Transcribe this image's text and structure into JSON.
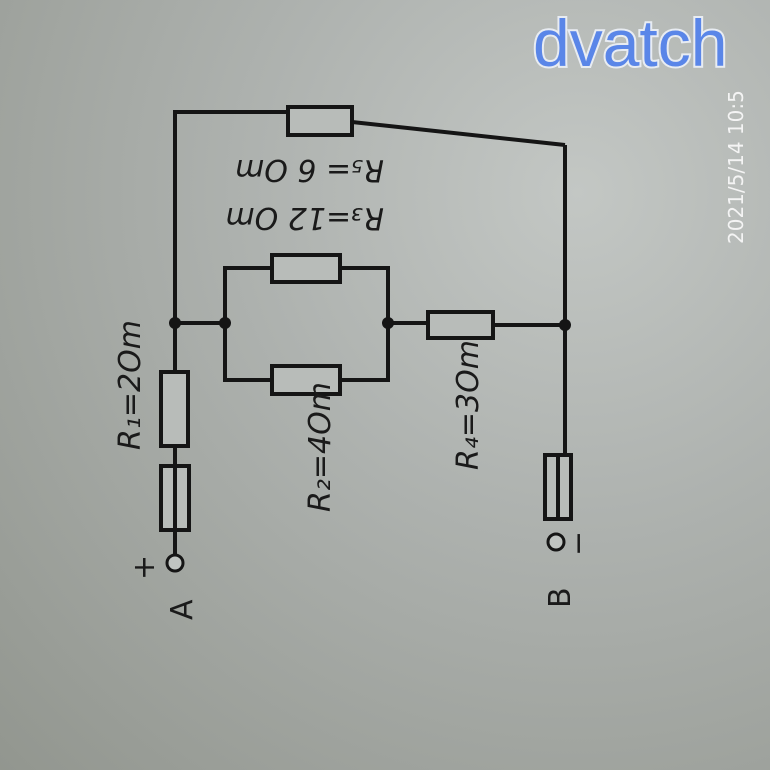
{
  "watermark": {
    "brand": "dvatch",
    "timestamp": "2021/5/14 10:5"
  },
  "circuit": {
    "terminal_a": "A",
    "terminal_a_polarity": "+",
    "terminal_b": "B",
    "terminal_b_polarity": "−",
    "resistors": [
      {
        "id": "R1",
        "label": "R₁=2Om"
      },
      {
        "id": "R2",
        "label": "R₂=4Om"
      },
      {
        "id": "R3",
        "label": "R₃=12 Om"
      },
      {
        "id": "R4",
        "label": "R₄=3Om"
      },
      {
        "id": "R5",
        "label": "R₅= 6 Om"
      }
    ]
  }
}
